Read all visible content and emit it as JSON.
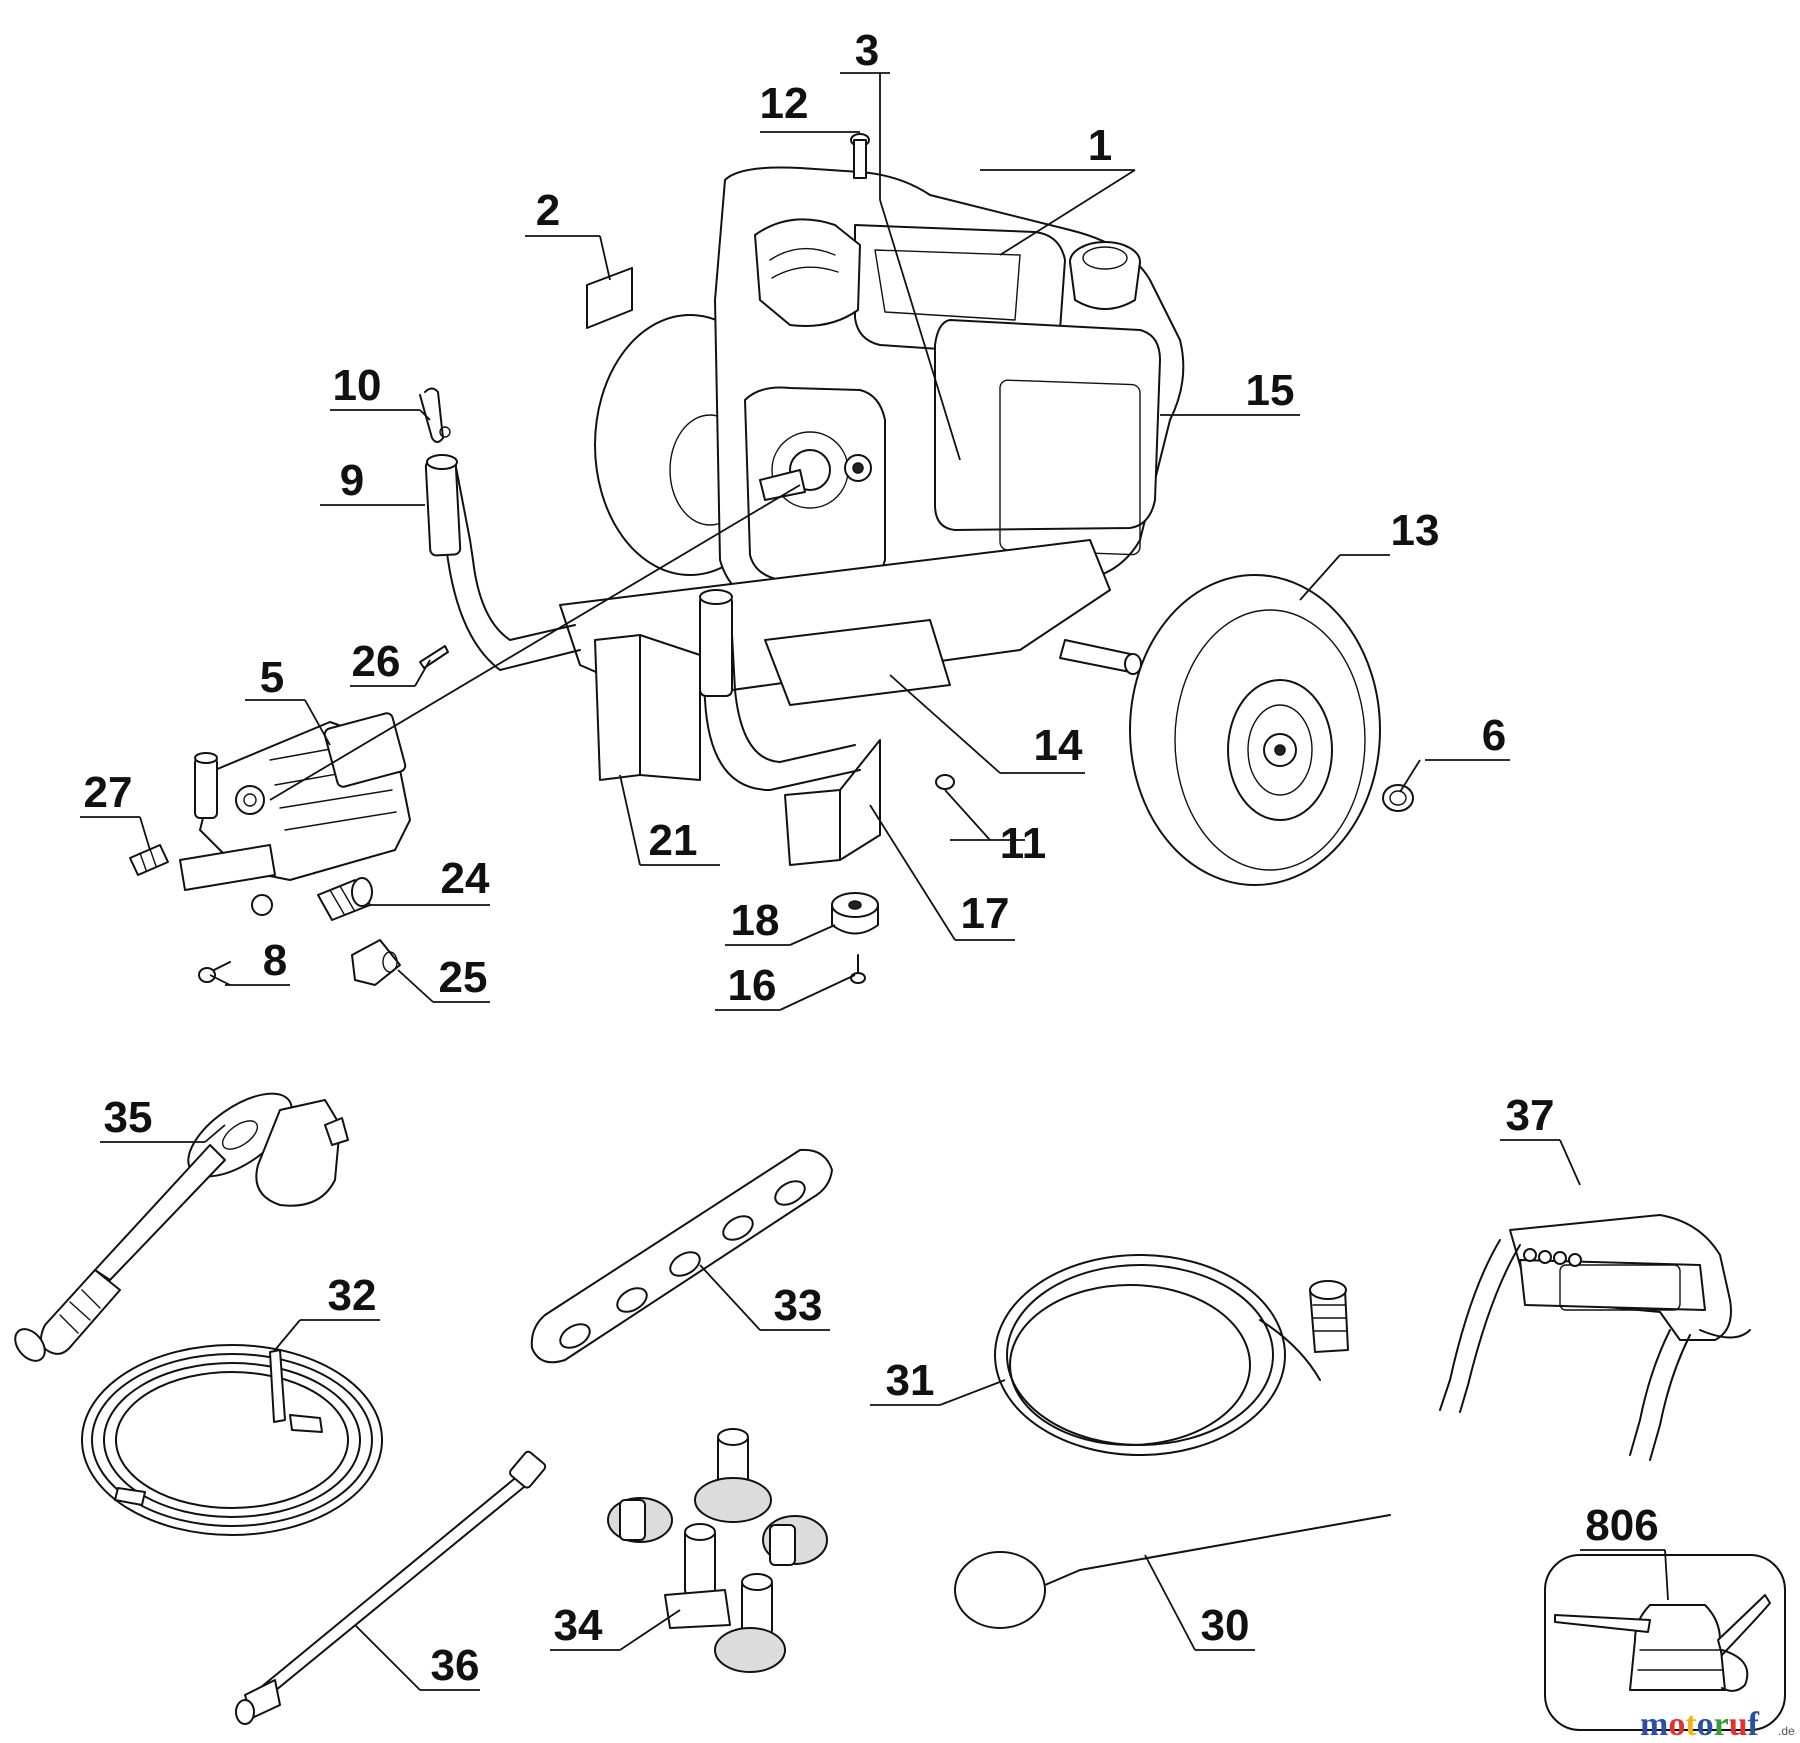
{
  "callouts": [
    {
      "id": "1",
      "label": "1"
    },
    {
      "id": "2",
      "label": "2"
    },
    {
      "id": "3",
      "label": "3"
    },
    {
      "id": "5",
      "label": "5"
    },
    {
      "id": "6",
      "label": "6"
    },
    {
      "id": "8",
      "label": "8"
    },
    {
      "id": "9",
      "label": "9"
    },
    {
      "id": "10",
      "label": "10"
    },
    {
      "id": "11",
      "label": "11"
    },
    {
      "id": "12",
      "label": "12"
    },
    {
      "id": "13",
      "label": "13"
    },
    {
      "id": "14",
      "label": "14"
    },
    {
      "id": "15",
      "label": "15"
    },
    {
      "id": "16",
      "label": "16"
    },
    {
      "id": "17",
      "label": "17"
    },
    {
      "id": "18",
      "label": "18"
    },
    {
      "id": "21",
      "label": "21"
    },
    {
      "id": "24",
      "label": "24"
    },
    {
      "id": "25",
      "label": "25"
    },
    {
      "id": "26",
      "label": "26"
    },
    {
      "id": "27",
      "label": "27"
    },
    {
      "id": "30",
      "label": "30"
    },
    {
      "id": "31",
      "label": "31"
    },
    {
      "id": "32",
      "label": "32"
    },
    {
      "id": "33",
      "label": "33"
    },
    {
      "id": "34",
      "label": "34"
    },
    {
      "id": "35",
      "label": "35"
    },
    {
      "id": "36",
      "label": "36"
    },
    {
      "id": "37",
      "label": "37"
    },
    {
      "id": "806",
      "label": "806"
    }
  ],
  "watermark": {
    "brand": "motoruf",
    "suffix": ".de",
    "colors": [
      "#2a4fa3",
      "#e0322f",
      "#f3b41b",
      "#2a4fa3",
      "#3a9a3a",
      "#e0322f",
      "#2a4fa3"
    ]
  },
  "colors": {
    "ink": "#111111",
    "paper": "#ffffff"
  }
}
